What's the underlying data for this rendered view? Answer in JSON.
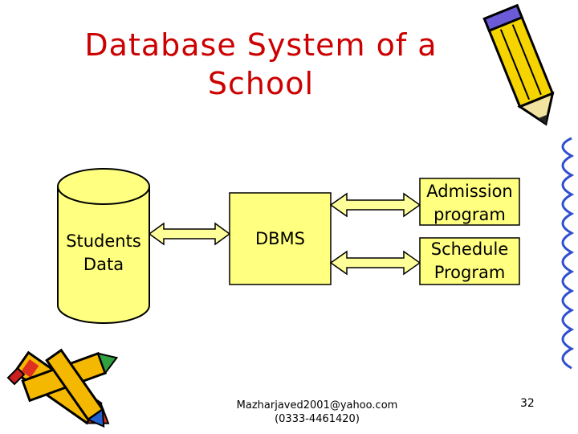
{
  "slide": {
    "title_line1": "Database System of a",
    "title_line2": "School",
    "footer_email": "Mazharjaved2001@yahoo.com",
    "footer_phone": "(0333-4461420)",
    "page_number": "32"
  },
  "diagram": {
    "database_label_line1": "Students",
    "database_label_line2": "Data",
    "dbms_label": "DBMS",
    "admission_line1": "Admission",
    "admission_line2": "program",
    "schedule_line1": "Schedule",
    "schedule_line2": "Program"
  },
  "colors": {
    "title": "#cc0000",
    "shape_fill": "#ffff80",
    "arrow_fill": "#ffff99",
    "outline": "#000000"
  }
}
